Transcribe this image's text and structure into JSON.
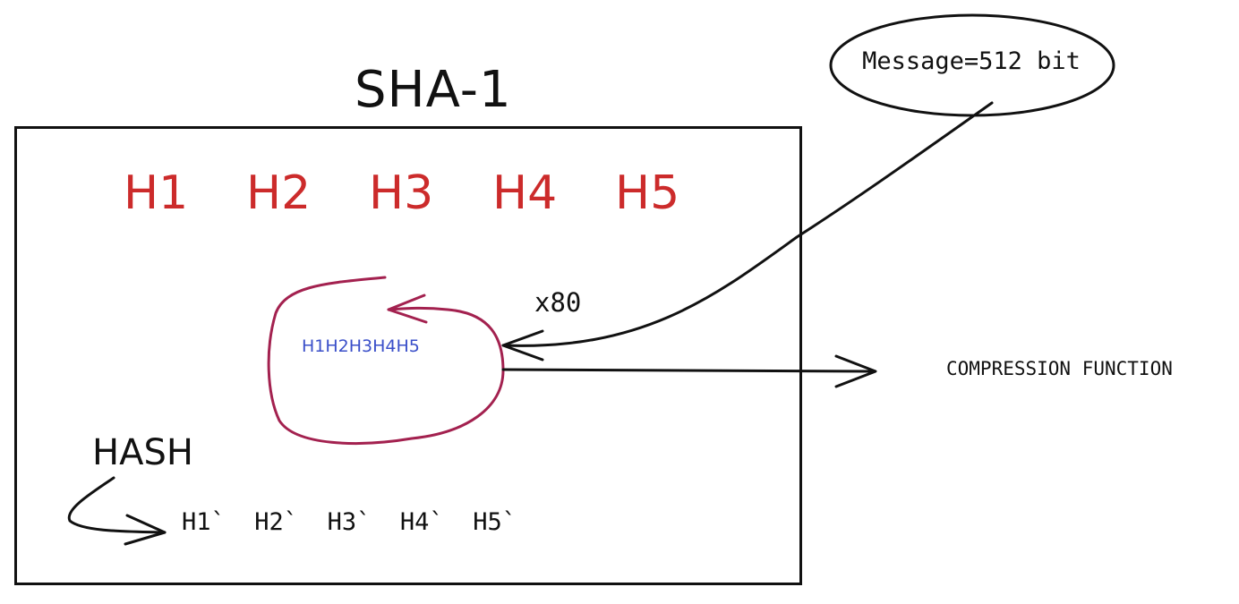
{
  "title": "SHA-1",
  "registers": [
    "H1",
    "H2",
    "H3",
    "H4",
    "H5"
  ],
  "loop_state": "H1H2H3H4H5",
  "rounds": "x80",
  "message": "Message=512 bit",
  "compression": "COMPRESSION FUNCTION",
  "hash_label": "HASH",
  "outputs": [
    "H1`",
    "H2`",
    "H3`",
    "H4`",
    "H5`"
  ],
  "colors": {
    "registers": "#cc2b2b",
    "loop": "#a3214f",
    "loop_state": "#3a4fc9",
    "ink": "#111111"
  }
}
